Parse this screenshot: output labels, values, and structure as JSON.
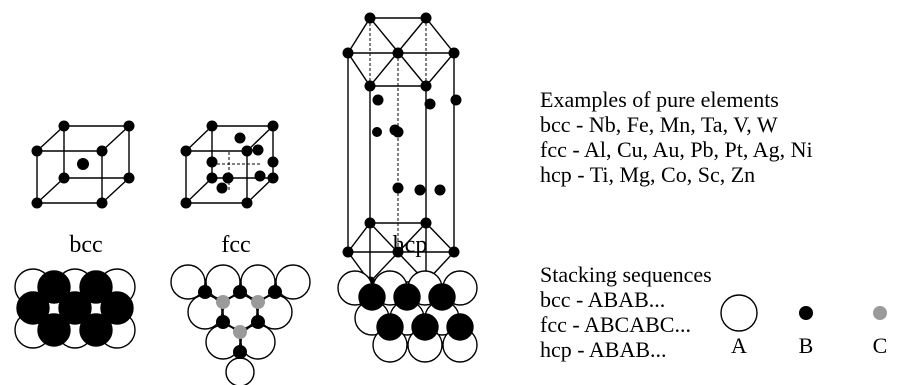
{
  "colors": {
    "line": "#000000",
    "atom_b": "#000000",
    "atom_c": "#9a9a9a",
    "atom_a": "#ffffff"
  },
  "lattice_labels": {
    "bcc": "bcc",
    "fcc": "fcc",
    "hcp": "hcp"
  },
  "examples": {
    "heading": "Examples of pure elements",
    "lines": [
      "bcc - Nb, Fe, Mn, Ta, V, W",
      "fcc - Al, Cu, Au, Pb, Pt, Ag, Ni",
      "hcp - Ti, Mg, Co, Sc, Zn"
    ]
  },
  "stacking": {
    "heading": "Stacking sequences",
    "lines": [
      "bcc - ABAB...",
      "fcc - ABCABC...",
      "hcp - ABAB..."
    ]
  },
  "legend": {
    "a": "A",
    "b": "B",
    "c": "C"
  }
}
